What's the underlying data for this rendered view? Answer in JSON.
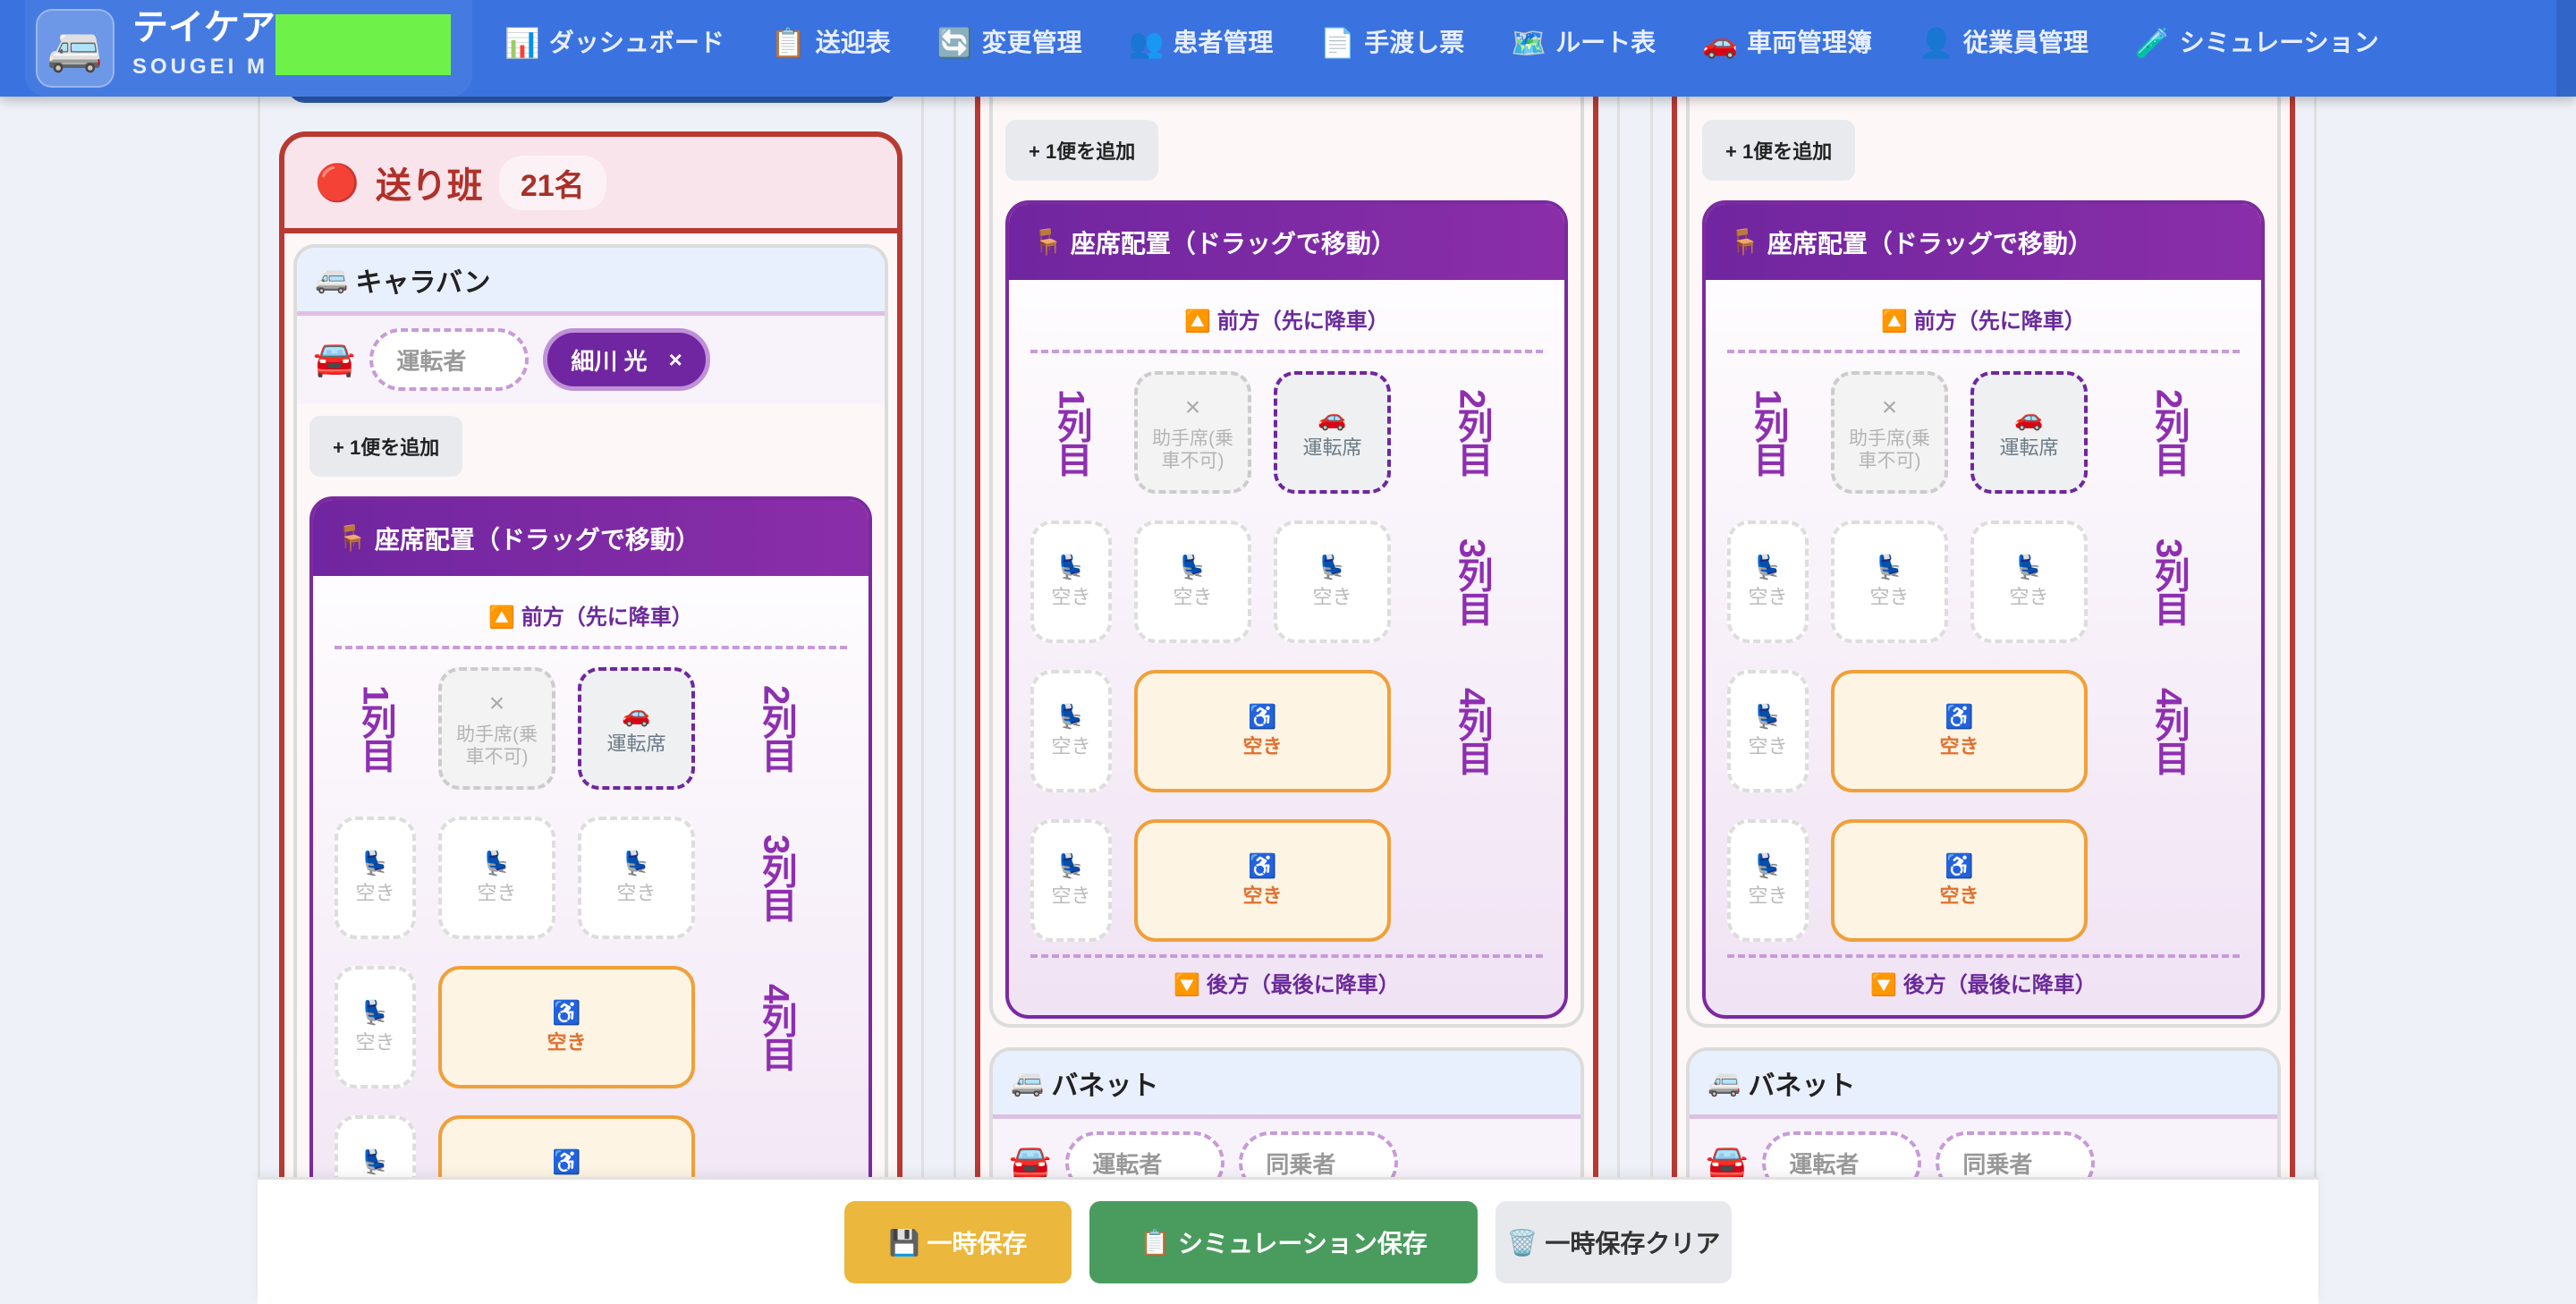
{
  "app": {
    "title": "テイケア",
    "subtitle": "SOUGEI M",
    "logo_icon": "🚐"
  },
  "nav": [
    {
      "icon": "📊",
      "label": "ダッシュボード"
    },
    {
      "icon": "📋",
      "label": "送迎表"
    },
    {
      "icon": "🔄",
      "label": "変更管理"
    },
    {
      "icon": "👥",
      "label": "患者管理"
    },
    {
      "icon": "📄",
      "label": "手渡し票"
    },
    {
      "icon": "🗺️",
      "label": "ルート表"
    },
    {
      "icon": "🚗",
      "label": "車両管理簿"
    },
    {
      "icon": "👤",
      "label": "従業員管理"
    },
    {
      "icon": "🧪",
      "label": "シミュレーション"
    }
  ],
  "seat_layout": {
    "title": "座席配置（ドラッグで移動）",
    "title_icon": "🪑",
    "front": "前方（先に降車）",
    "front_icon": "🔼",
    "rear": "後方（最後に降車）",
    "rear_icon": "🔽",
    "rows": [
      {
        "label": "1列目",
        "seats": [
          {
            "type": "disabled",
            "icon": "×",
            "label": "助手席(乗車不可)"
          },
          {
            "type": "driver",
            "icon": "🚗",
            "label": "運転席"
          }
        ]
      },
      {
        "label": "2列目",
        "seats": [
          {
            "type": "empty",
            "icon": "💺",
            "label": "空き"
          },
          {
            "type": "empty",
            "icon": "💺",
            "label": "空き"
          },
          {
            "type": "empty",
            "icon": "💺",
            "label": "空き"
          }
        ]
      },
      {
        "label": "3列目",
        "seats": [
          {
            "type": "empty",
            "icon": "💺",
            "label": "空き"
          },
          {
            "type": "wheel",
            "icon": "♿",
            "label": "空き"
          }
        ]
      },
      {
        "label": "4列目",
        "seats": [
          {
            "type": "empty",
            "icon": "💺",
            "label": "空き"
          },
          {
            "type": "wheel",
            "icon": "♿",
            "label": "空き"
          }
        ]
      }
    ]
  },
  "columns": [
    {
      "group": {
        "icon": "🔴",
        "title": "送り班",
        "count": "21名"
      },
      "vehicles": [
        {
          "icon": "🚐",
          "name": "キャラバン",
          "driver_icon": "🚘",
          "driver_slots": [
            {
              "state": "empty",
              "label": "運転者"
            },
            {
              "state": "set",
              "label": "細川 光",
              "remove": "×"
            }
          ],
          "add_trip": "+ 1便を追加",
          "seats": true
        }
      ]
    },
    {
      "vehicles": [
        {
          "add_trip": "+ 1便を追加",
          "seats": true
        },
        {
          "icon": "🚐",
          "name": "バネット",
          "driver_icon": "🚘",
          "driver_slots": [
            {
              "state": "empty",
              "label": "運転者"
            },
            {
              "state": "empty",
              "label": "同乗者"
            }
          ]
        }
      ]
    },
    {
      "vehicles": [
        {
          "add_trip": "+ 1便を追加",
          "seats": true
        },
        {
          "icon": "🚐",
          "name": "バネット",
          "driver_icon": "🚘",
          "driver_slots": [
            {
              "state": "empty",
              "label": "運転者"
            },
            {
              "state": "empty",
              "label": "同乗者"
            }
          ]
        }
      ]
    }
  ],
  "footer": {
    "temp_save": {
      "icon": "💾",
      "label": "一時保存",
      "color": "#ebb73c"
    },
    "sim_save": {
      "icon": "📋",
      "label": "シミュレーション保存",
      "color": "#4a9c5e"
    },
    "clear": {
      "icon": "🗑️",
      "label": "一時保存クリア",
      "color": "#e8e9ec"
    }
  },
  "colors": {
    "nav": "#3a73e0",
    "group_border": "#b83a32",
    "seat_panel": "#7b2aa0",
    "wheelchair": "#f0a03a"
  }
}
